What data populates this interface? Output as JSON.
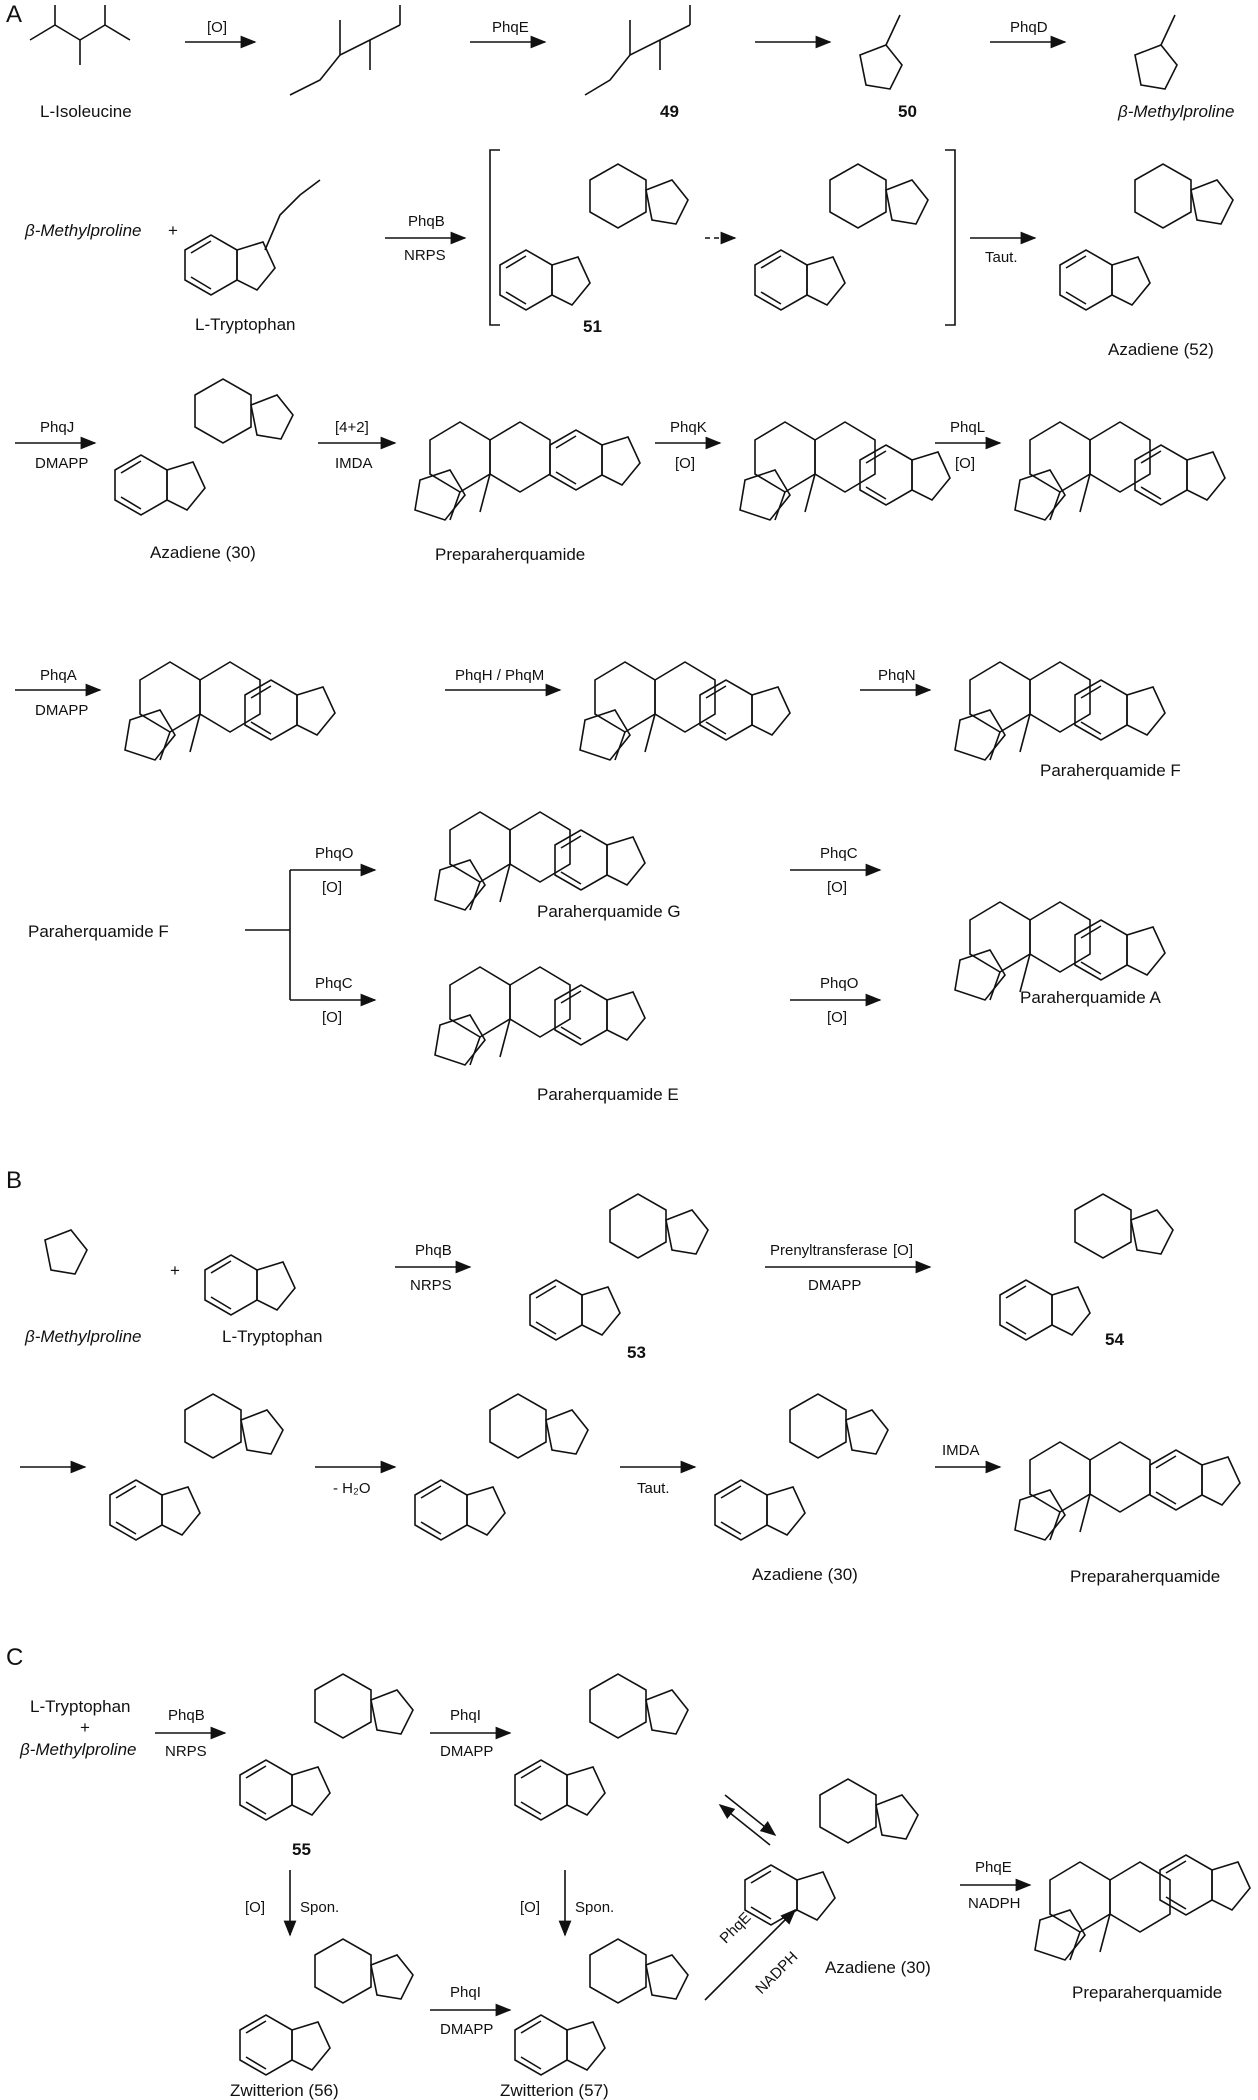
{
  "panels": [
    "A",
    "B",
    "C"
  ],
  "panelA": {
    "row1": {
      "compounds": [
        "L-Isoleucine",
        "49",
        "50",
        "β-Methylproline"
      ],
      "reagents": [
        "[O]",
        "PhqE",
        "",
        "PhqD"
      ]
    },
    "row2": {
      "reactants": [
        "β-Methylproline",
        "+",
        "L-Tryptophan"
      ],
      "reagent_top": "PhqB",
      "reagent_bottom": "NRPS",
      "intermediate": "51",
      "taut": "Taut.",
      "product": "Azadiene (52)"
    },
    "row3": {
      "reagent1_top": "PhqJ",
      "reagent1_bottom": "DMAPP",
      "compound1": "Azadiene (30)",
      "reagent2_top": "[4+2]",
      "reagent2_bottom": "IMDA",
      "compound2": "Preparaherquamide",
      "reagent3_top": "PhqK",
      "reagent3_bottom": "[O]",
      "reagent4_top": "PhqL",
      "reagent4_bottom": "[O]"
    },
    "row4": {
      "reagent1_top": "PhqA",
      "reagent1_bottom": "DMAPP",
      "reagent2_top": "PhqH / PhqM",
      "reagent3_top": "PhqN",
      "product": "Paraherquamide F"
    },
    "row5": {
      "start": "Paraherquamide F",
      "upper_reagent_top": "PhqO",
      "upper_reagent_bottom": "[O]",
      "upper_compound": "Paraherquamide G",
      "upper_reagent2_top": "PhqC",
      "upper_reagent2_bottom": "[O]",
      "lower_reagent_top": "PhqC",
      "lower_reagent_bottom": "[O]",
      "lower_compound": "Paraherquamide E",
      "lower_reagent2_top": "PhqO",
      "lower_reagent2_bottom": "[O]",
      "final": "Paraherquamide A"
    }
  },
  "panelB": {
    "row1": {
      "reactants": [
        "β-Methylproline",
        "+",
        "L-Tryptophan"
      ],
      "reagent1_top": "PhqB",
      "reagent1_bottom": "NRPS",
      "compound1": "53",
      "reagent2_top": "Prenyltransferase",
      "reagent2_top2": "[O]",
      "reagent2_bottom": "DMAPP",
      "compound2": "54"
    },
    "row2": {
      "reagent1": "- H₂O",
      "reagent2": "Taut.",
      "compound3": "Azadiene (30)",
      "reagent3": "IMDA",
      "product": "Preparaherquamide"
    }
  },
  "panelC": {
    "start": [
      "L-Tryptophan",
      "+",
      "β-Methylproline"
    ],
    "reagent1_top": "PhqB",
    "reagent1_bottom": "NRPS",
    "compound55": "55",
    "reagent2_top": "PhqI",
    "reagent2_bottom": "DMAPP",
    "down1_left": "[O]",
    "down1_right": "Spon.",
    "down2_left": "[O]",
    "down2_right": "Spon.",
    "compound56": "Zwitterion (56)",
    "reagent3_top": "PhqI",
    "reagent3_bottom": "DMAPP",
    "compound57": "Zwitterion (57)",
    "diag_top": "PhqE",
    "diag_bottom": "NADPH",
    "compound30": "Azadiene (30)",
    "reagent4_top": "PhqE",
    "reagent4_bottom": "NADPH",
    "product": "Preparaherquamide"
  }
}
